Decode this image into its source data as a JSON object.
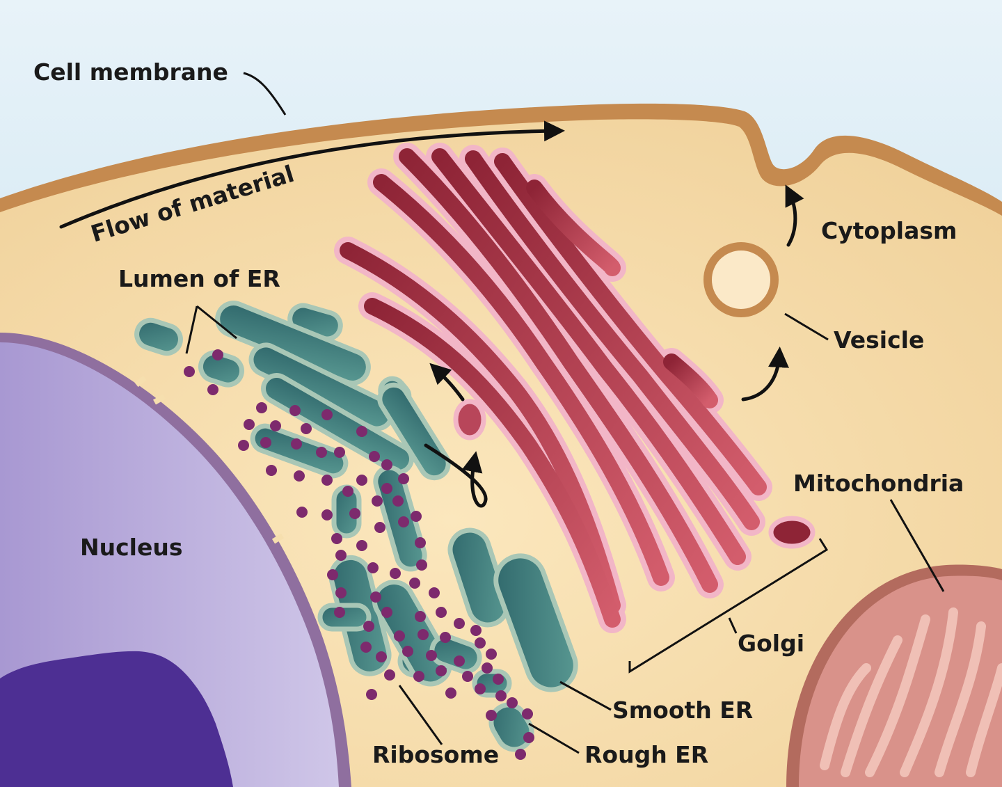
{
  "labels": {
    "cell_membrane": "Cell membrane",
    "flow_of_material": "Flow of material",
    "lumen_of_er": "Lumen of ER",
    "cytoplasm": "Cytoplasm",
    "vesicle": "Vesicle",
    "mitochondria": "Mitochondria",
    "nucleus": "Nucleus",
    "golgi": "Golgi",
    "smooth_er": "Smooth ER",
    "rough_er": "Rough ER",
    "ribosome": "Ribosome"
  },
  "colors": {
    "sky": "#cde6f2",
    "cytoplasm": "#f6dfae",
    "membrane": "#c58a4f",
    "nucleus": "#b4a6d6",
    "nucleolus": "#4d2f93",
    "er_fill": "#3f7a7e",
    "er_outline": "#a9c7b6",
    "ribosome": "#7d2a6d",
    "golgi_fill": "#b8465a",
    "golgi_outline": "#f2b6c7",
    "mitochondria": "#d08a80"
  }
}
